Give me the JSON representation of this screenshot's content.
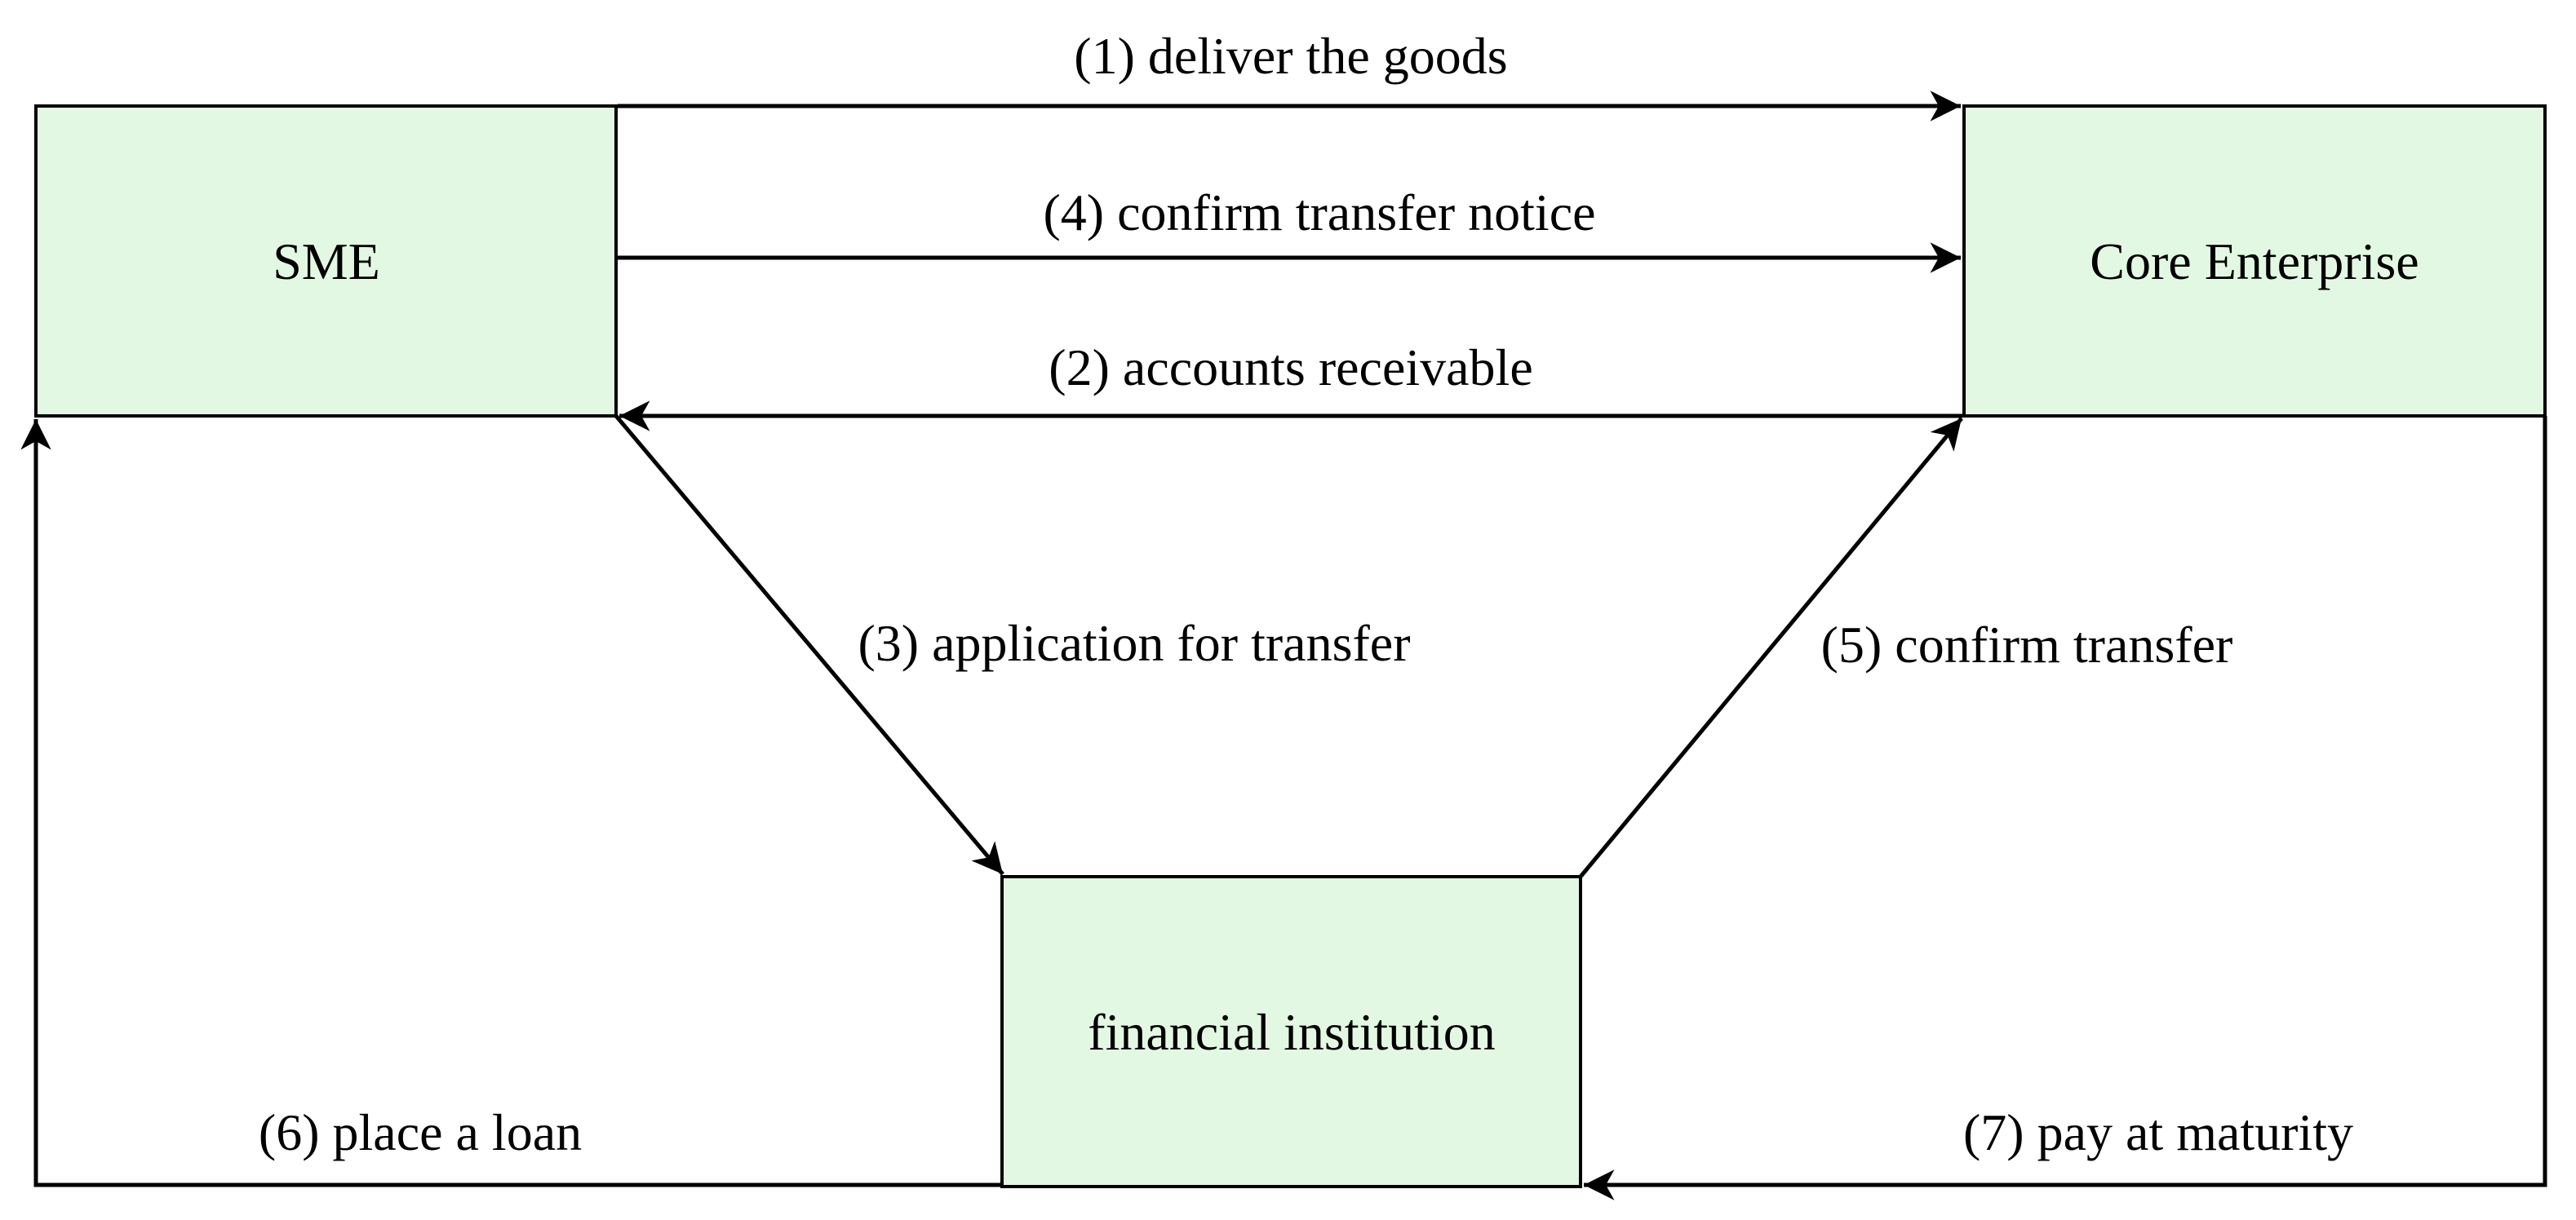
{
  "diagram": {
    "colors": {
      "node_fill": "#e3f8e3",
      "node_border": "#000000",
      "arrow": "#000000",
      "background": "#ffffff"
    },
    "nodes": [
      {
        "id": "sme",
        "label": "SME"
      },
      {
        "id": "core-enterprise",
        "label": "Core Enterprise"
      },
      {
        "id": "financial-institution",
        "label": "financial institution"
      }
    ],
    "flows": [
      {
        "step": 1,
        "label": "(1) deliver the goods",
        "from": "SME",
        "to": "Core Enterprise"
      },
      {
        "step": 2,
        "label": "(2) accounts receivable",
        "from": "Core Enterprise",
        "to": "SME"
      },
      {
        "step": 3,
        "label": "(3) application for transfer",
        "from": "SME",
        "to": "financial institution"
      },
      {
        "step": 4,
        "label": "(4) confirm transfer notice",
        "from": "SME",
        "to": "Core Enterprise"
      },
      {
        "step": 5,
        "label": "(5) confirm transfer",
        "from": "financial institution",
        "to": "Core Enterprise"
      },
      {
        "step": 6,
        "label": "(6) place a loan",
        "from": "financial institution",
        "to": "SME"
      },
      {
        "step": 7,
        "label": "(7) pay at maturity",
        "from": "Core Enterprise",
        "to": "financial institution"
      }
    ]
  }
}
